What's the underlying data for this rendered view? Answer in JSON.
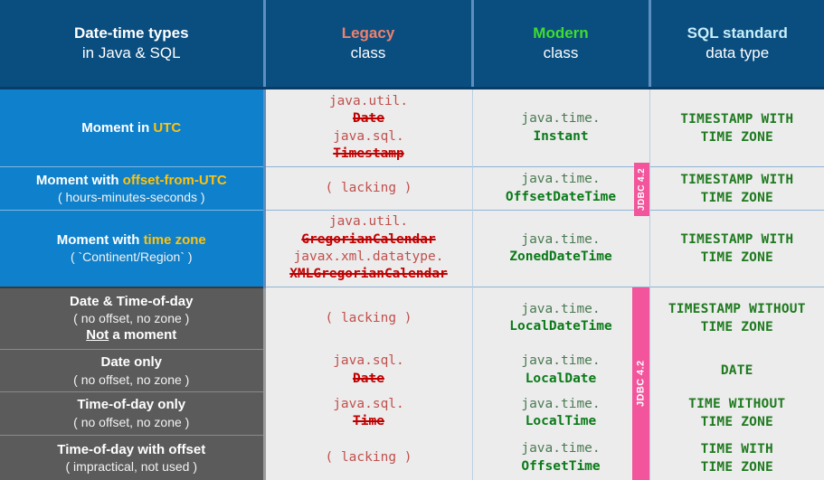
{
  "header": {
    "columns": [
      {
        "line1": "Date-time types",
        "line2": "in Java & SQL",
        "accent": "#ffffff"
      },
      {
        "line1": "Legacy",
        "line2": "class",
        "accent": "#f0806c"
      },
      {
        "line1": "Modern",
        "line2": "class",
        "accent": "#3fdc2e"
      },
      {
        "line1": "SQL standard",
        "line2": "data type",
        "accent": "#c8eefa"
      }
    ]
  },
  "badges": {
    "jdbc_top": "JDBC 4.2",
    "jdbc_bottom": "JDBC 4.2",
    "color": "#f2559b"
  },
  "rows": [
    {
      "group": "moment",
      "label_prefix": "Moment in ",
      "label_highlight": "UTC",
      "label_suffix": "",
      "label_sub": "",
      "legacy": [
        {
          "pkg": "java.util.",
          "cls": "Date",
          "struck": true
        },
        {
          "pkg": "java.sql.",
          "cls": "Timestamp",
          "struck": true
        }
      ],
      "legacy_lacking": "",
      "modern_pkg": "java.time.",
      "modern_cls": "Instant",
      "sql": [
        "TIMESTAMP WITH",
        "TIME ZONE"
      ]
    },
    {
      "group": "moment",
      "label_prefix": "Moment with ",
      "label_highlight": "offset-from-UTC",
      "label_suffix": "",
      "label_sub": "( hours-minutes-seconds )",
      "legacy": [],
      "legacy_lacking": "( lacking )",
      "modern_pkg": "java.time.",
      "modern_cls": "OffsetDateTime",
      "sql": [
        "TIMESTAMP WITH",
        "TIME ZONE"
      ]
    },
    {
      "group": "moment",
      "label_prefix": "Moment with ",
      "label_highlight": "time zone",
      "label_suffix": "",
      "label_sub": "( `Continent/Region` )",
      "legacy": [
        {
          "pkg": "java.util.",
          "cls": "GregorianCalendar",
          "struck": true
        },
        {
          "pkg": "javax.xml.datatype.",
          "cls": "XMLGregorianCalendar",
          "struck": true
        }
      ],
      "legacy_lacking": "",
      "modern_pkg": "java.time.",
      "modern_cls": "ZonedDateTime",
      "sql": [
        "TIMESTAMP WITH",
        "TIME ZONE"
      ]
    },
    {
      "group": "not-a-moment",
      "label_main": "Date & Time-of-day",
      "label_sub": "( no offset, no zone )",
      "label_sub2_underlined": "Not",
      "label_sub2_rest": " a moment",
      "legacy": [],
      "legacy_lacking": "( lacking )",
      "modern_pkg": "java.time.",
      "modern_cls": "LocalDateTime",
      "sql": [
        "TIMESTAMP WITHOUT",
        "TIME ZONE"
      ]
    },
    {
      "group": "not-a-moment",
      "label_main": "Date only",
      "label_sub": "( no offset, no zone )",
      "legacy": [
        {
          "pkg": "java.sql.",
          "cls": "Date",
          "struck": true
        }
      ],
      "legacy_lacking": "",
      "modern_pkg": "java.time.",
      "modern_cls": "LocalDate",
      "sql": [
        "DATE"
      ]
    },
    {
      "group": "not-a-moment",
      "label_main": "Time-of-day only",
      "label_sub": "( no offset, no zone )",
      "legacy": [
        {
          "pkg": "java.sql.",
          "cls": "Time",
          "struck": true
        }
      ],
      "legacy_lacking": "",
      "modern_pkg": "java.time.",
      "modern_cls": "LocalTime",
      "sql": [
        "TIME WITHOUT",
        "TIME ZONE"
      ]
    },
    {
      "group": "not-a-moment",
      "label_main": "Time-of-day with offset",
      "label_sub": "( impractical, not used )",
      "legacy": [],
      "legacy_lacking": "( lacking )",
      "modern_pkg": "java.time.",
      "modern_cls": "OffsetTime",
      "sql": [
        "TIME WITH",
        "TIME ZONE"
      ]
    }
  ]
}
